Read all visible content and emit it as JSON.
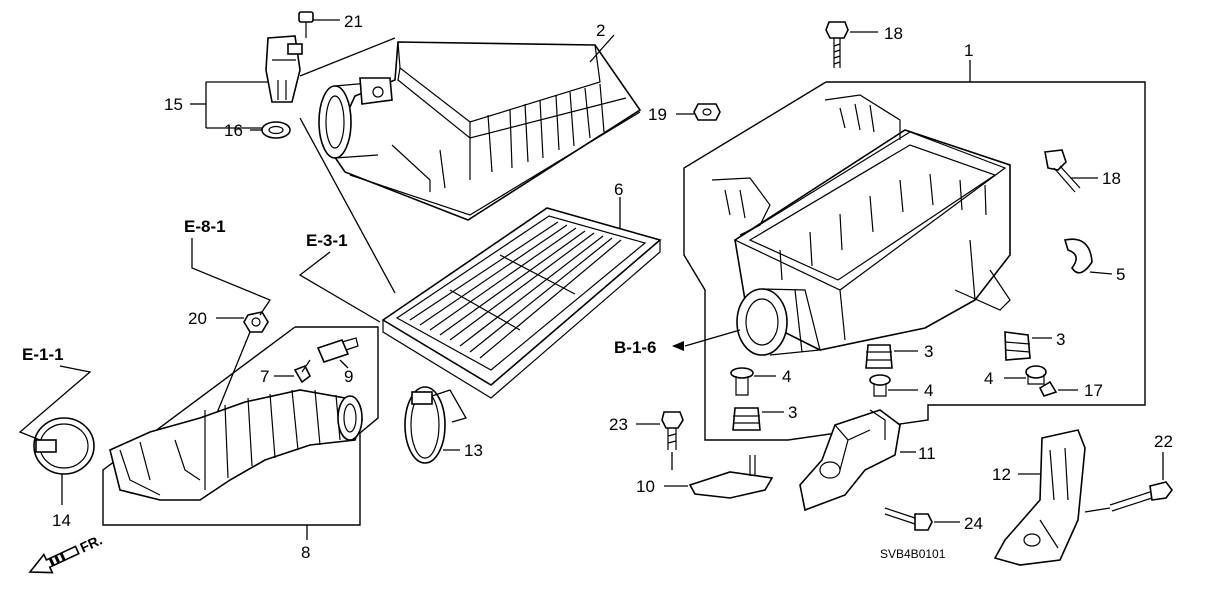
{
  "callouts": {
    "n1": "1",
    "n2": "2",
    "n3a": "3",
    "n3b": "3",
    "n3c": "3",
    "n4a": "4",
    "n4b": "4",
    "n4c": "4",
    "n5": "5",
    "n6": "6",
    "n7": "7",
    "n8": "8",
    "n9": "9",
    "n10": "10",
    "n11": "11",
    "n12": "12",
    "n13": "13",
    "n14": "14",
    "n15": "15",
    "n16": "16",
    "n17": "17",
    "n18a": "18",
    "n18b": "18",
    "n19": "19",
    "n20": "20",
    "n21": "21",
    "n22": "22",
    "n23": "23",
    "n24": "24"
  },
  "references": {
    "e81": "E-8-1",
    "e31": "E-3-1",
    "e11": "E-1-1",
    "b16": "B-1-6"
  },
  "diagram_code": "SVB4B0101",
  "front_indicator": "FR."
}
